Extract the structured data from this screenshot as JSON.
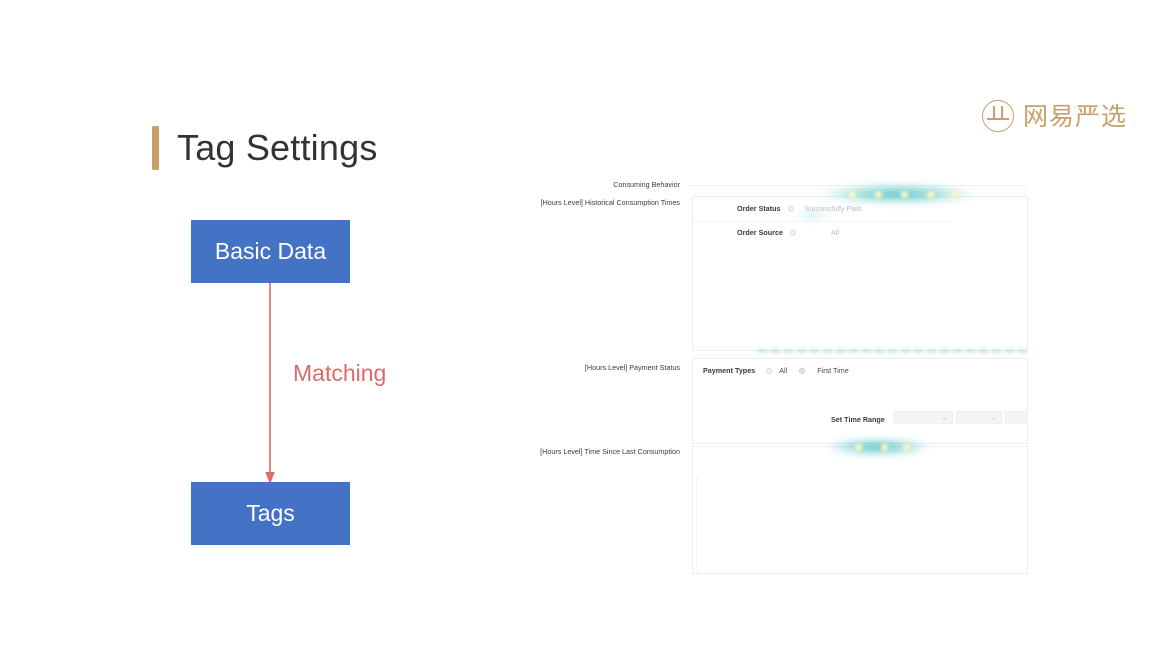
{
  "slide": {
    "title": "Tag Settings",
    "accent_color": "#c8a06a"
  },
  "brand": {
    "name": "网易严选",
    "mark_icon": "netease-yanxuan-logo-icon",
    "color": "#c9a06b"
  },
  "flow_diagram": {
    "source_box_label": "Basic Data",
    "target_box_label": "Tags",
    "arrow_label": "Matching",
    "box_color": "#4473c5",
    "arrow_color": "#dc6b68"
  },
  "app": {
    "section_header": "Consuming Behavior",
    "rows": [
      {
        "label": "[Hours Level] Historical Consumption Times",
        "fields": [
          {
            "label": "Order Status",
            "radio": "unselected",
            "value": "Successfully Paid"
          },
          {
            "label": "Order Source",
            "radio": "unselected",
            "value": "All"
          }
        ]
      },
      {
        "label": "[Hours Level] Payment Status",
        "fields": [
          {
            "label": "Payment Types",
            "options": [
              "All",
              "First Time"
            ],
            "selected": "First Time"
          }
        ],
        "time_range": {
          "label": "Set Time Range",
          "start_value": "",
          "end_value": "",
          "start_placeholder": "",
          "end_placeholder": ""
        }
      },
      {
        "label": "[Hours Level] Time Since Last Consumption",
        "fields": []
      }
    ]
  }
}
